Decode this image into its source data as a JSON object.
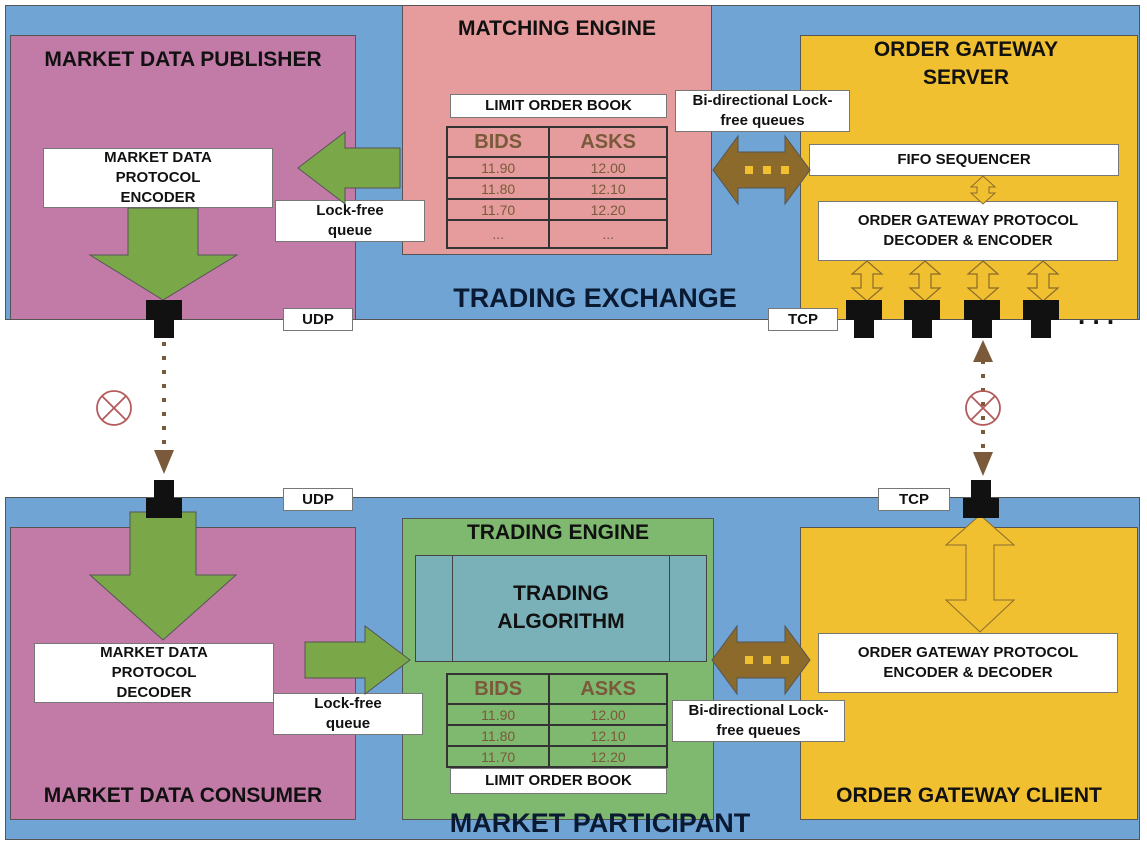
{
  "exchange": {
    "label": "TRADING EXCHANGE",
    "md_publisher": {
      "title": "MARKET DATA PUBLISHER",
      "encoder": "MARKET DATA PROTOCOL ENCODER"
    },
    "matching_engine": {
      "title": "MATCHING ENGINE",
      "lob_label": "LIMIT ORDER BOOK",
      "headers": [
        "BIDS",
        "ASKS"
      ],
      "rows": [
        [
          "11.90",
          "12.00"
        ],
        [
          "11.80",
          "12.10"
        ],
        [
          "11.70",
          "12.20"
        ],
        [
          "...",
          "..."
        ]
      ]
    },
    "og_server": {
      "title": "ORDER GATEWAY SERVER",
      "fifo": "FIFO SEQUENCER",
      "codec": "ORDER GATEWAY PROTOCOL DECODER & ENCODER"
    },
    "lockfree_label": "Lock-free queue",
    "bidir_label": "Bi-directional Lock-free queues",
    "udp": "UDP",
    "tcp": "TCP",
    "ellipsis": ". . ."
  },
  "participant": {
    "label": "MARKET PARTICIPANT",
    "md_consumer": {
      "title": "MARKET DATA CONSUMER",
      "decoder": "MARKET DATA PROTOCOL DECODER"
    },
    "trading_engine": {
      "title": "TRADING ENGINE",
      "algo": "TRADING ALGORITHM",
      "headers": [
        "BIDS",
        "ASKS"
      ],
      "rows": [
        [
          "11.90",
          "12.00"
        ],
        [
          "11.80",
          "12.10"
        ],
        [
          "11.70",
          "12.20"
        ]
      ],
      "lob_label": "LIMIT ORDER BOOK"
    },
    "og_client": {
      "title": "ORDER GATEWAY CLIENT",
      "codec": "ORDER GATEWAY PROTOCOL ENCODER & DECODER"
    },
    "lockfree_label": "Lock-free queue",
    "bidir_label": "Bi-directional Lock-free queues",
    "udp": "UDP",
    "tcp": "TCP"
  },
  "colors": {
    "region": "#6fa4d4",
    "publisher": "#c17ba6",
    "matching": "#e69c9c",
    "gateway": "#f0c030",
    "engine": "#7fb86f",
    "arrow_green": "#7aa848",
    "arrow_brown": "#8b6a2b"
  }
}
